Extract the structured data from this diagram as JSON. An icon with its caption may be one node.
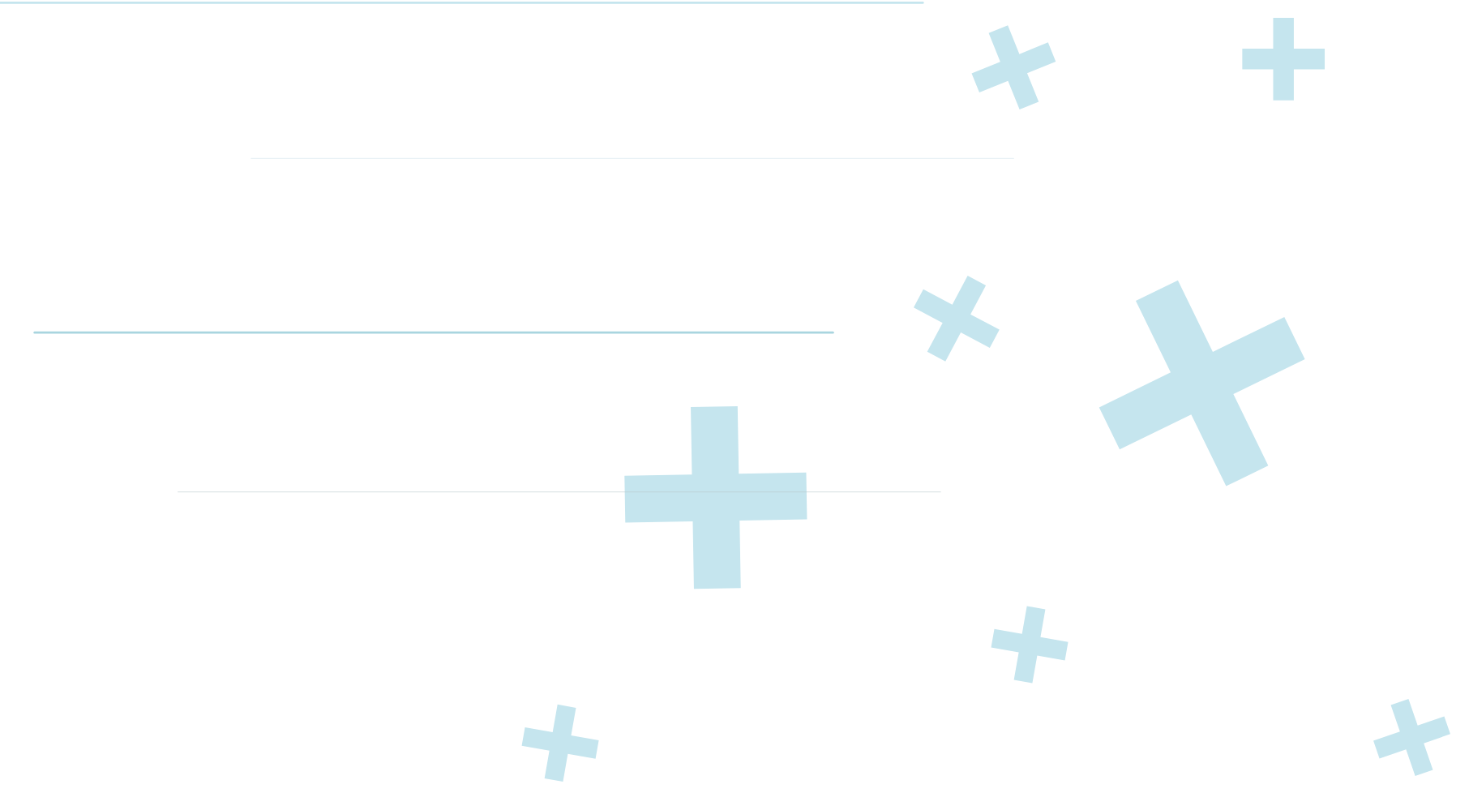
{
  "diagram": {
    "nodes": [
      {
        "text": [],
        "shape": "cross"
      },
      {
        "text": [],
        "shape": "cross"
      },
      {
        "text": [],
        "shape": "cross"
      },
      {
        "text": [],
        "shape": "cross"
      },
      {
        "text": [],
        "shape": "cross"
      },
      {
        "text": [],
        "shape": "cross"
      },
      {
        "text": [],
        "shape": "cross"
      },
      {
        "text": [],
        "shape": "cross"
      }
    ]
  }
}
